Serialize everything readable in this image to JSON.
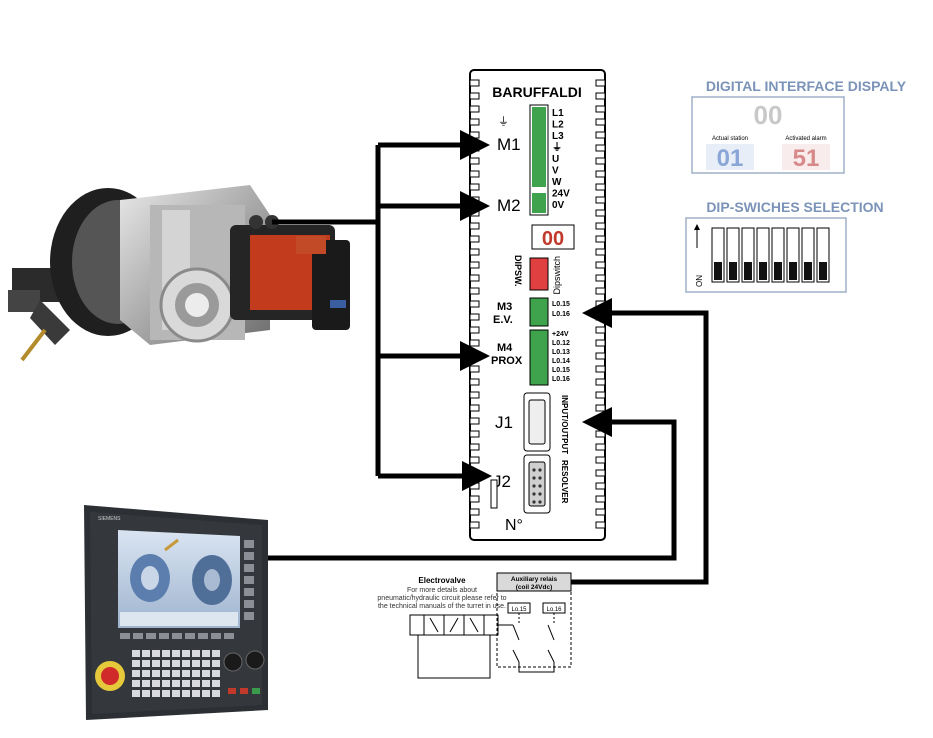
{
  "controller": {
    "brand": "BARUFFALDI",
    "ports": {
      "m1": "M1",
      "m2": "M2",
      "m3": "M3",
      "ev": "E.V.",
      "m4": "M4",
      "prox": "PROX",
      "j1": "J1",
      "j2": "J2"
    },
    "motor_terminals": [
      "L1",
      "L2",
      "L3",
      "⏚",
      "U",
      "V",
      "W",
      "24V",
      "0V"
    ],
    "io_terminals_top": [
      "L0.15",
      "L0.16"
    ],
    "io_terminals_bottom": [
      "+24V",
      "L0.12",
      "L0.13",
      "L0.14",
      "L0.15",
      "L0.16"
    ],
    "dipsw_label": "DIPSW.",
    "dipswitch_label": "Dipswitch",
    "input_output_label": "INPUT/OUTPUT",
    "resolver_label": "RESOLVER",
    "serial_label": "N°",
    "display_value": "00"
  },
  "digital_interface": {
    "title": "DIGITAL INTERFACE DISPALY",
    "main_value": "00",
    "actual_station_label": "Actual station",
    "actual_station_value": "01",
    "activated_alarm_label": "Activated alarm",
    "activated_alarm_value": "51",
    "colors": {
      "title": "#7b93b8",
      "station": "#8aa6d6",
      "alarm": "#d88a8a"
    }
  },
  "dip_switches": {
    "title": "DIP-SWICHES SELECTION",
    "on_label": "ON",
    "count": 8
  },
  "valve": {
    "title": "Electrovalve",
    "note_line1": "For more details about",
    "note_line2": "pneumatic/hydraulic circuit please refer to",
    "note_line3": "the technical manuals of the turret in use.",
    "relay_title_line1": "Auxiliary relais",
    "relay_title_line2": "(coil 24Vdc)",
    "relay_1": "Lo.15",
    "relay_2": "Lo.16"
  },
  "cnc_brand": "SIEMENS"
}
